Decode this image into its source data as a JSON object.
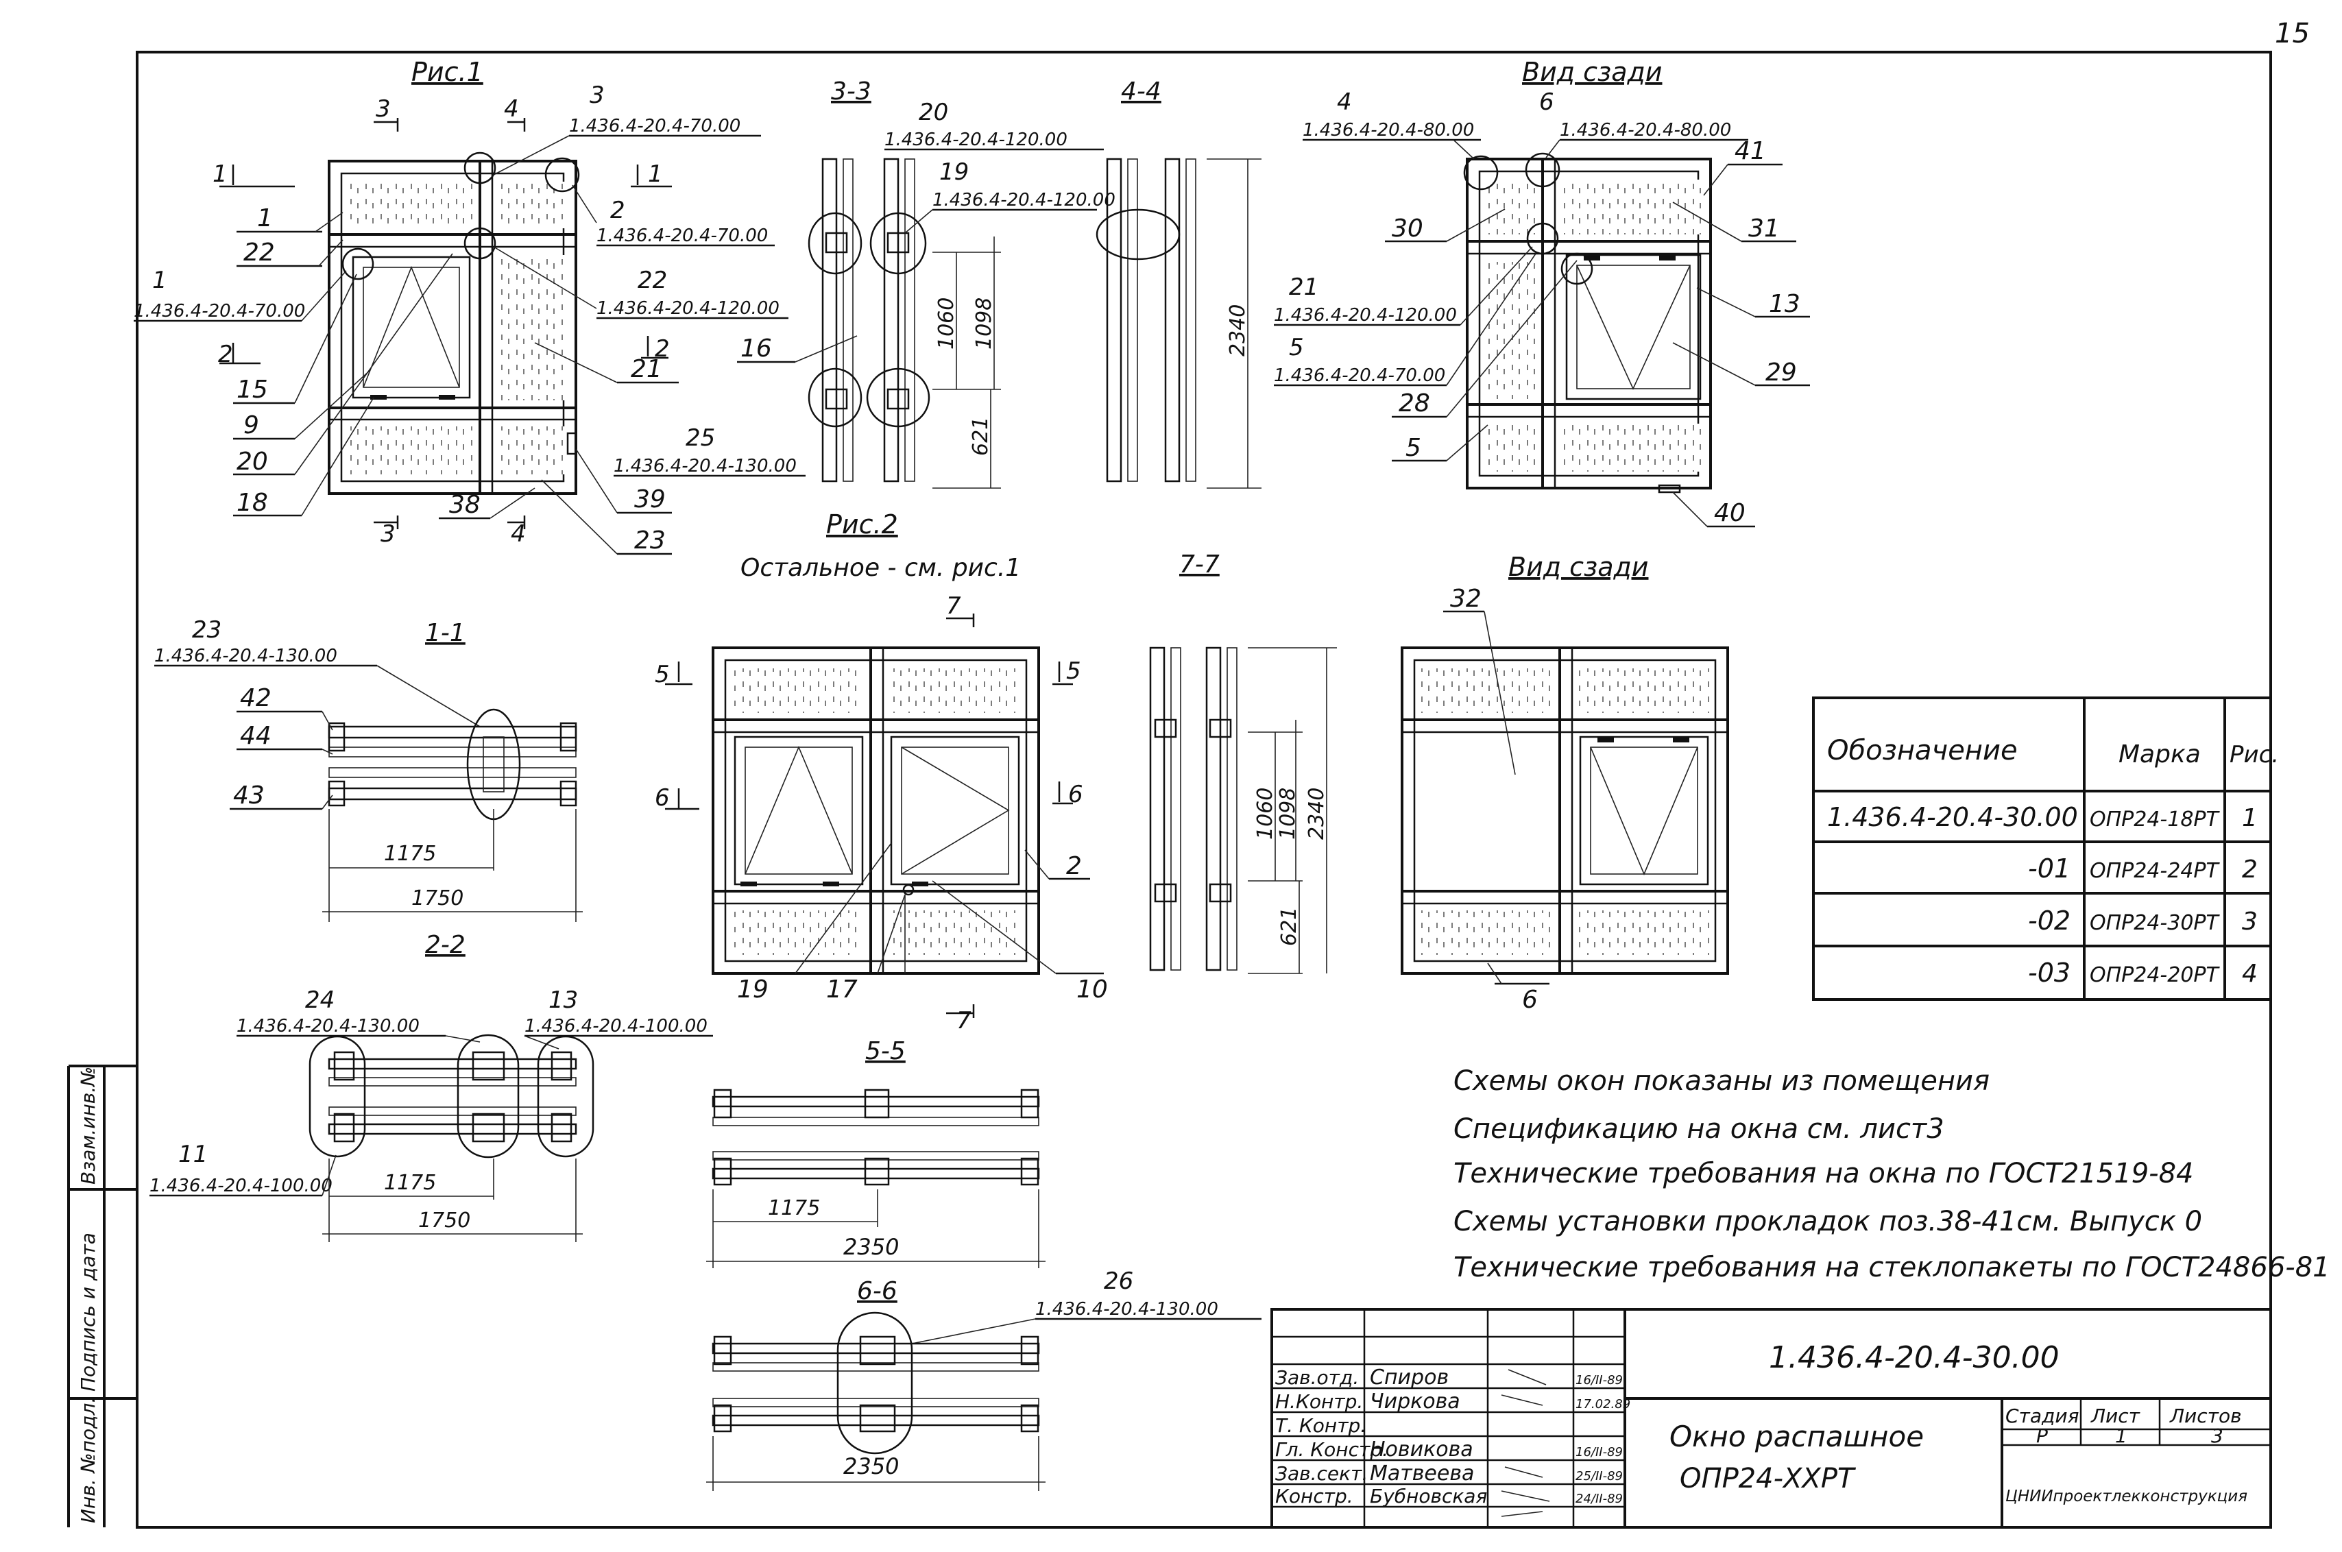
{
  "page_number": "15",
  "drawing_number": "1.436.4-20.4-30.00",
  "title_line1": "Окно распашное",
  "title_line2": "ОПР24-ХХРТ",
  "stage_header": "Стадия",
  "sheet_header": "Лист",
  "sheets_header": "Листов",
  "stage": "Р",
  "sheet": "1",
  "sheets": "3",
  "organization": "ЦНИИпроектлекконструкция",
  "left_margin": [
    "Инв. №подл.",
    "Подпись и дата",
    "Взам.инв.№"
  ],
  "signatures": [
    {
      "role": "Зав.отд.",
      "name": "Спиров",
      "date": "16/II-89"
    },
    {
      "role": "Н.Контр.",
      "name": "Чиркова",
      "date": "17.02.89"
    },
    {
      "role": "Т. Контр.",
      "name": "",
      "date": ""
    },
    {
      "role": "Гл. Констр.",
      "name": "Новикова",
      "date": "16/II-89"
    },
    {
      "role": "Зав.сект.",
      "name": "Матвеева",
      "date": "25/II-89"
    },
    {
      "role": "Констр.",
      "name": "Бубновская",
      "date": "24/II-89"
    }
  ],
  "figures": {
    "fig1": "Рис.1",
    "fig2": "Рис.2",
    "rest": "Остальное - см. рис.1",
    "back1": "Вид сзади",
    "back2": "Вид сзади"
  },
  "sections": {
    "s33": "3-3",
    "s44": "4-4",
    "s77": "7-7",
    "s11": "1-1",
    "s22": "2-2",
    "s55": "5-5",
    "s66": "6-6"
  },
  "callouts": {
    "c3": {
      "num": "3",
      "code": "1.436.4-20.4-70.00"
    },
    "c2": {
      "num": "2",
      "code": "1.436.4-20.4-70.00"
    },
    "c1": {
      "num": "1",
      "code": "1.436.4-20.4-70.00"
    },
    "c22": {
      "num": "22",
      "code": "1.436.4-20.4-120.00"
    },
    "c20": {
      "num": "20",
      "code": "1.436.4-20.4-120.00"
    },
    "c19": {
      "num": "19",
      "code": "1.436.4-20.4-120.00"
    },
    "c25": {
      "num": "25",
      "code": "1.436.4-20.4-130.00"
    },
    "c4": {
      "num": "4",
      "code": "1.436.4-20.4-80.00"
    },
    "c6": {
      "num": "6",
      "code": "1.436.4-20.4-80.00"
    },
    "c21": {
      "num": "21",
      "code": "1.436.4-20.4-120.00"
    },
    "c5": {
      "num": "5",
      "code": "1.436.4-20.4-70.00"
    },
    "c23": {
      "num": "23",
      "code": "1.436.4-20.4-130.00"
    },
    "c24": {
      "num": "24",
      "code": "1.436.4-20.4-130.00"
    },
    "c13": {
      "num": "13",
      "code": "1.436.4-20.4-100.00"
    },
    "c11": {
      "num": "11",
      "code": "1.436.4-20.4-100.00"
    },
    "c26": {
      "num": "26",
      "code": "1.436.4-20.4-130.00"
    }
  },
  "dims": {
    "d1060": "1060",
    "d1098": "1098",
    "d621": "621",
    "d2340": "2340",
    "d1175": "1175",
    "d1750": "1750",
    "d2350": "2350"
  },
  "table": {
    "headers": [
      "Обозначение",
      "Марка",
      "Рис."
    ],
    "rows": [
      [
        "1.436.4-20.4-30.00",
        "ОПР24-18РТ",
        "1"
      ],
      [
        "-01",
        "ОПР24-24РТ",
        "2"
      ],
      [
        "-02",
        "ОПР24-30РТ",
        "3"
      ],
      [
        "-03",
        "ОПР24-20РТ",
        "4"
      ]
    ]
  },
  "notes": [
    "Схемы окон показаны из помещения",
    "Спецификацию на окна см. лист3",
    "Технические требования на окна по ГОСТ21519-84",
    "Схемы установки прокладок поз.38-41см. Выпуск 0",
    "Технические требования на стеклопакеты по ГОСТ24866-81"
  ]
}
